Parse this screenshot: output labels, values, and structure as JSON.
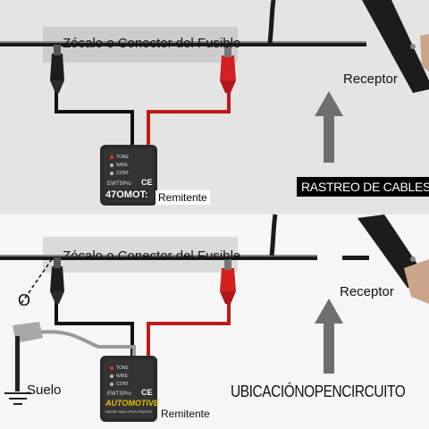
{
  "top_panel": {
    "fuse_label": "Zócalo o Conector del Fusible",
    "receiver_label": "Receptor",
    "sender_label": "Remitente",
    "sender_prefix": "47OMOT:",
    "caption": "RASTREO DE CABLES"
  },
  "bottom_panel": {
    "fuse_label": "Zócalo o Conector del Fusible",
    "receiver_label": "Receptor",
    "sender_label": "Remitente",
    "or_label": "O",
    "ground_label": "Suelo",
    "caption": "UBICACIÓNOPENCIRCUITO"
  },
  "device": {
    "modes": [
      "TONE",
      "WIRE",
      "CONT"
    ],
    "brand_small": "EWTSPro",
    "brand_large": "AUTOMOTIVE",
    "brand_sub": "SHORT AND OPEN FINDER",
    "ce_mark": "CE"
  },
  "colors": {
    "top_bg": "#e4e4e4",
    "bottom_bg": "#f6f6f6",
    "wire_black": "#111111",
    "wire_red": "#c01a1a",
    "clip_red": "#d42020",
    "arrow_gray": "#6f6f6f"
  }
}
